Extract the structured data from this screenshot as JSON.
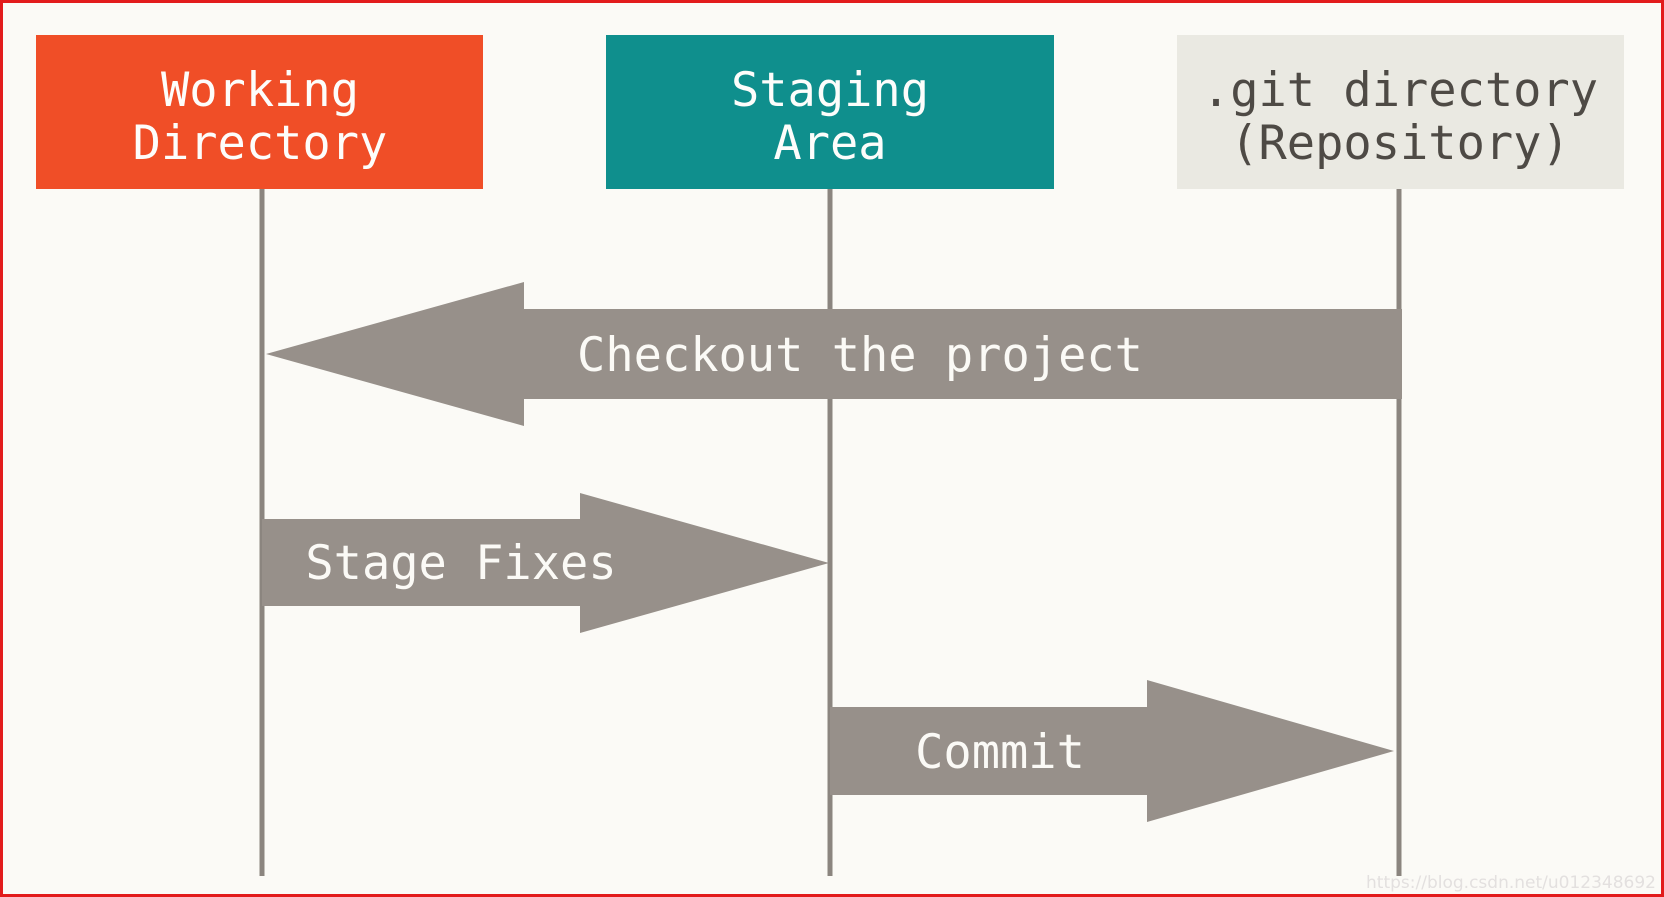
{
  "page": {
    "background_color": "#FBFAF6",
    "frame_border_color": "#E21B1B",
    "watermark_text": "https://blog.csdn.net/u012348692",
    "watermark_color": "#E3E0DF"
  },
  "diagram": {
    "type": "git-areas-sequence-diagram",
    "nodes": [
      {
        "id": "working-directory",
        "label_line1": "Working",
        "label_line2": "Directory",
        "fill": "#F04E27",
        "text_color": "#FDFDFB"
      },
      {
        "id": "staging-area",
        "label_line1": "Staging",
        "label_line2": "Area",
        "fill": "#0F8F8D",
        "text_color": "#FDFDFB"
      },
      {
        "id": "git-directory",
        "label_line1": ".git directory",
        "label_line2": "(Repository)",
        "fill": "#EAE9E2",
        "text_color": "#4E4A45"
      }
    ],
    "lifeline_color": "#8B857F",
    "arrows": [
      {
        "label": "Checkout the project",
        "direction": "left",
        "from": "git-directory",
        "to": "working-directory",
        "fill": "#97908A",
        "text_color": "#FBFAF6"
      },
      {
        "label": "Stage Fixes",
        "direction": "right",
        "from": "working-directory",
        "to": "staging-area",
        "fill": "#97908A",
        "text_color": "#FBFAF6"
      },
      {
        "label": "Commit",
        "direction": "right",
        "from": "staging-area",
        "to": "git-directory",
        "fill": "#97908A",
        "text_color": "#FBFAF6"
      }
    ]
  }
}
